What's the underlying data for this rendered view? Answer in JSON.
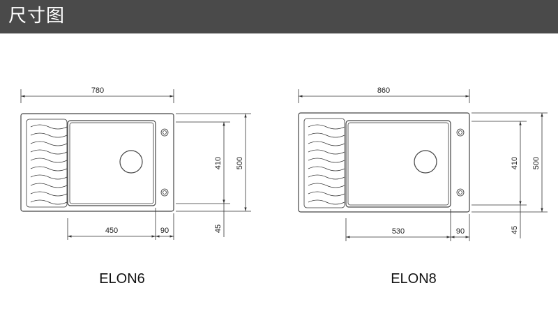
{
  "header": {
    "title": "尺寸图"
  },
  "sinks": [
    {
      "model": "ELON6",
      "width_label": "780",
      "depth_label": "500",
      "bowl_depth_label": "410",
      "bowl_width_label": "450",
      "side_label": "90",
      "offset_label": "45"
    },
    {
      "model": "ELON8",
      "width_label": "860",
      "depth_label": "500",
      "bowl_depth_label": "410",
      "bowl_width_label": "530",
      "side_label": "90",
      "offset_label": "45"
    }
  ],
  "colors": {
    "header_bg": "#4a4a4a",
    "header_text": "#ffffff",
    "line": "#444444"
  }
}
